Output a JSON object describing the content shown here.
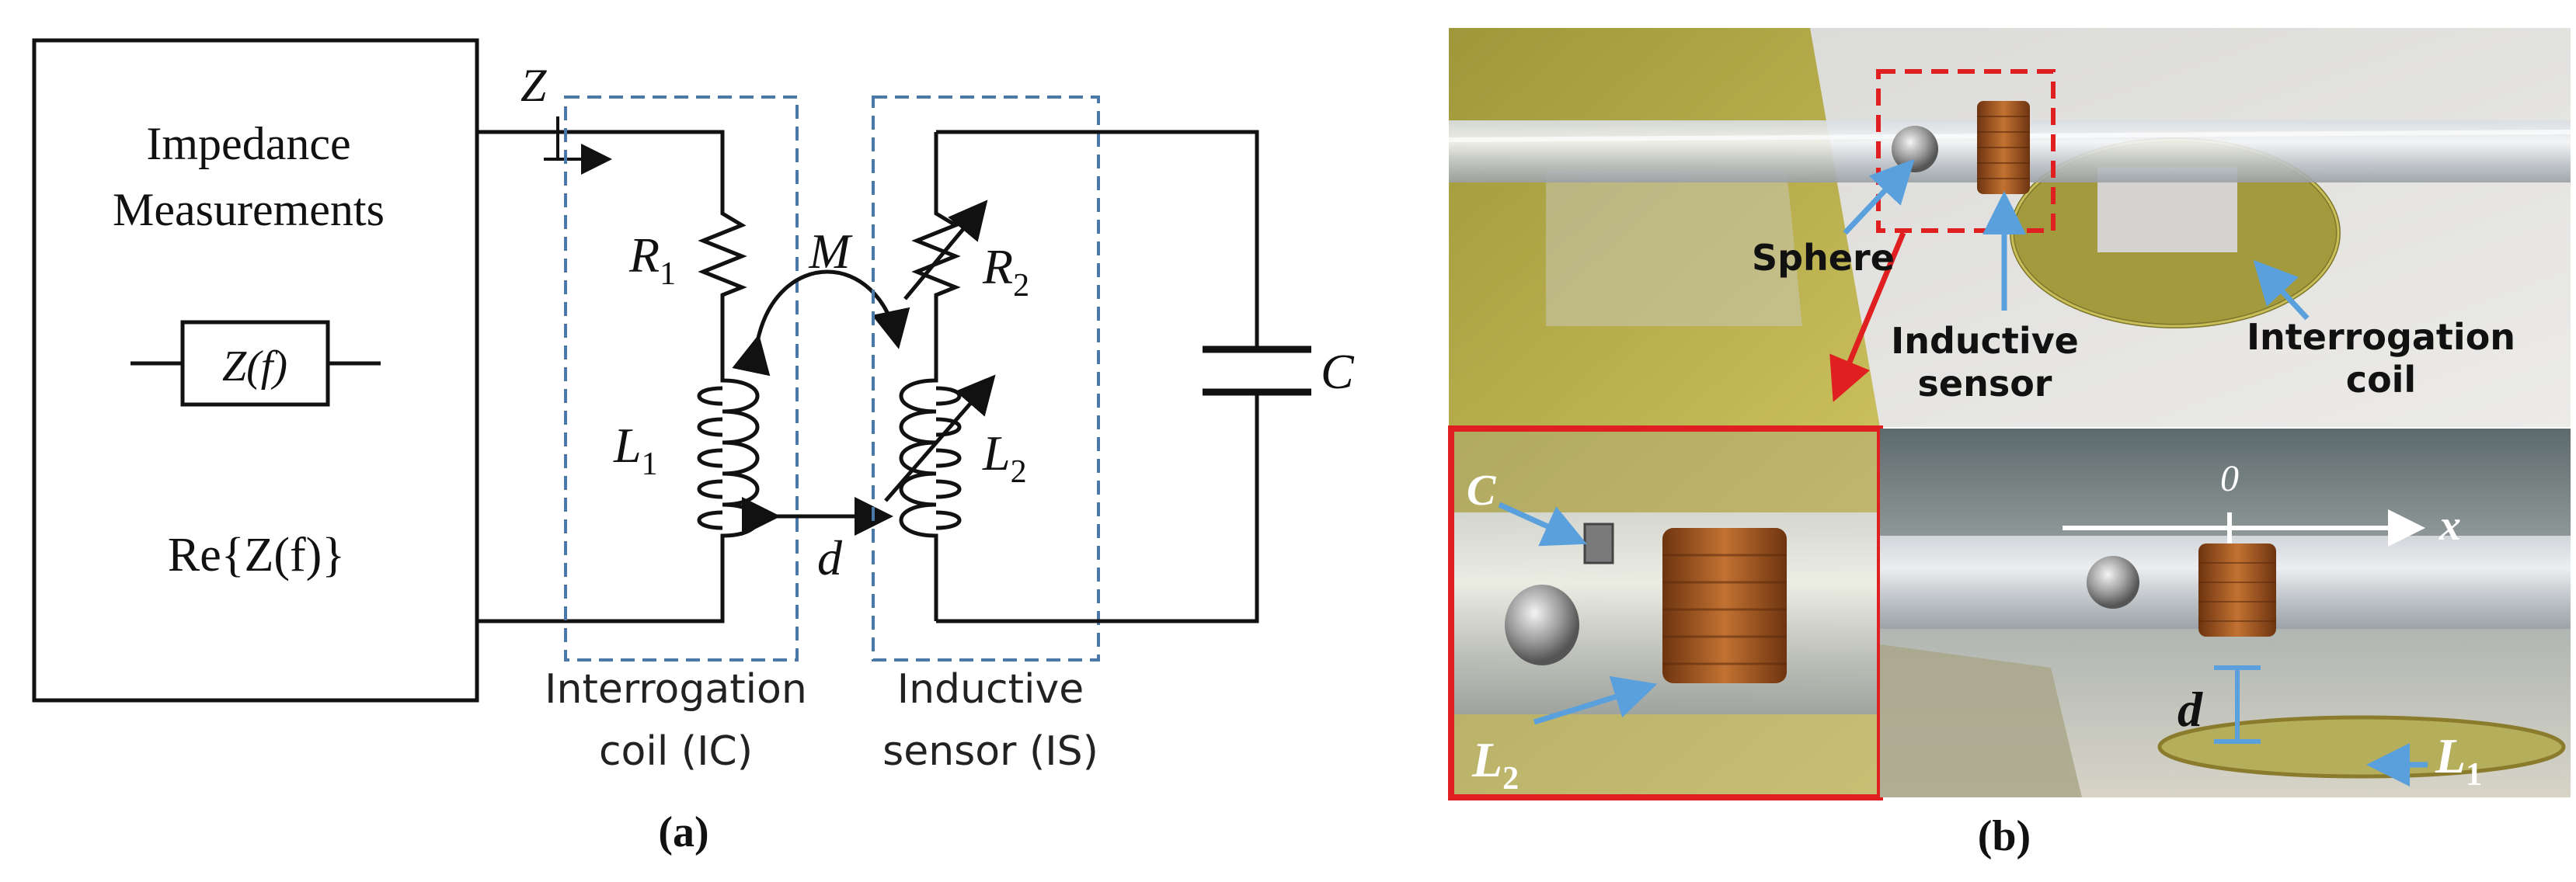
{
  "panel_a": {
    "block_title_line1": "Impedance",
    "block_title_line2": "Measurements",
    "z_box": "Z(f)",
    "re_z": "Re{Z(f)}",
    "z_label": "Z",
    "r1": "R",
    "r1_sub": "1",
    "l1": "L",
    "l1_sub": "1",
    "r2": "R",
    "r2_sub": "2",
    "l2": "L",
    "l2_sub": "2",
    "m": "M",
    "d": "d",
    "c": "C",
    "ic_line1": "Interrogation",
    "ic_line2": "coil (IC)",
    "is_line1": "Inductive",
    "is_line2": "sensor (IS)",
    "caption": "(a)"
  },
  "panel_b": {
    "sphere": "Sphere",
    "inductive_sensor_line1": "Inductive",
    "inductive_sensor_line2": "sensor",
    "interrogation_coil_line1": "Interrogation",
    "interrogation_coil_line2": "coil",
    "c": "C",
    "l2": "L",
    "l2_sub": "2",
    "origin": "0",
    "x_axis": "x",
    "d": "d",
    "l1": "L",
    "l1_sub": "1",
    "caption": "(b)"
  },
  "colors": {
    "dashed_box": "#4a78a8",
    "annotation_arrow": "#5aa0dc",
    "highlight_red": "#e02020",
    "coil_copper": "#a0551e",
    "pcb_green": "#b0a63a"
  }
}
